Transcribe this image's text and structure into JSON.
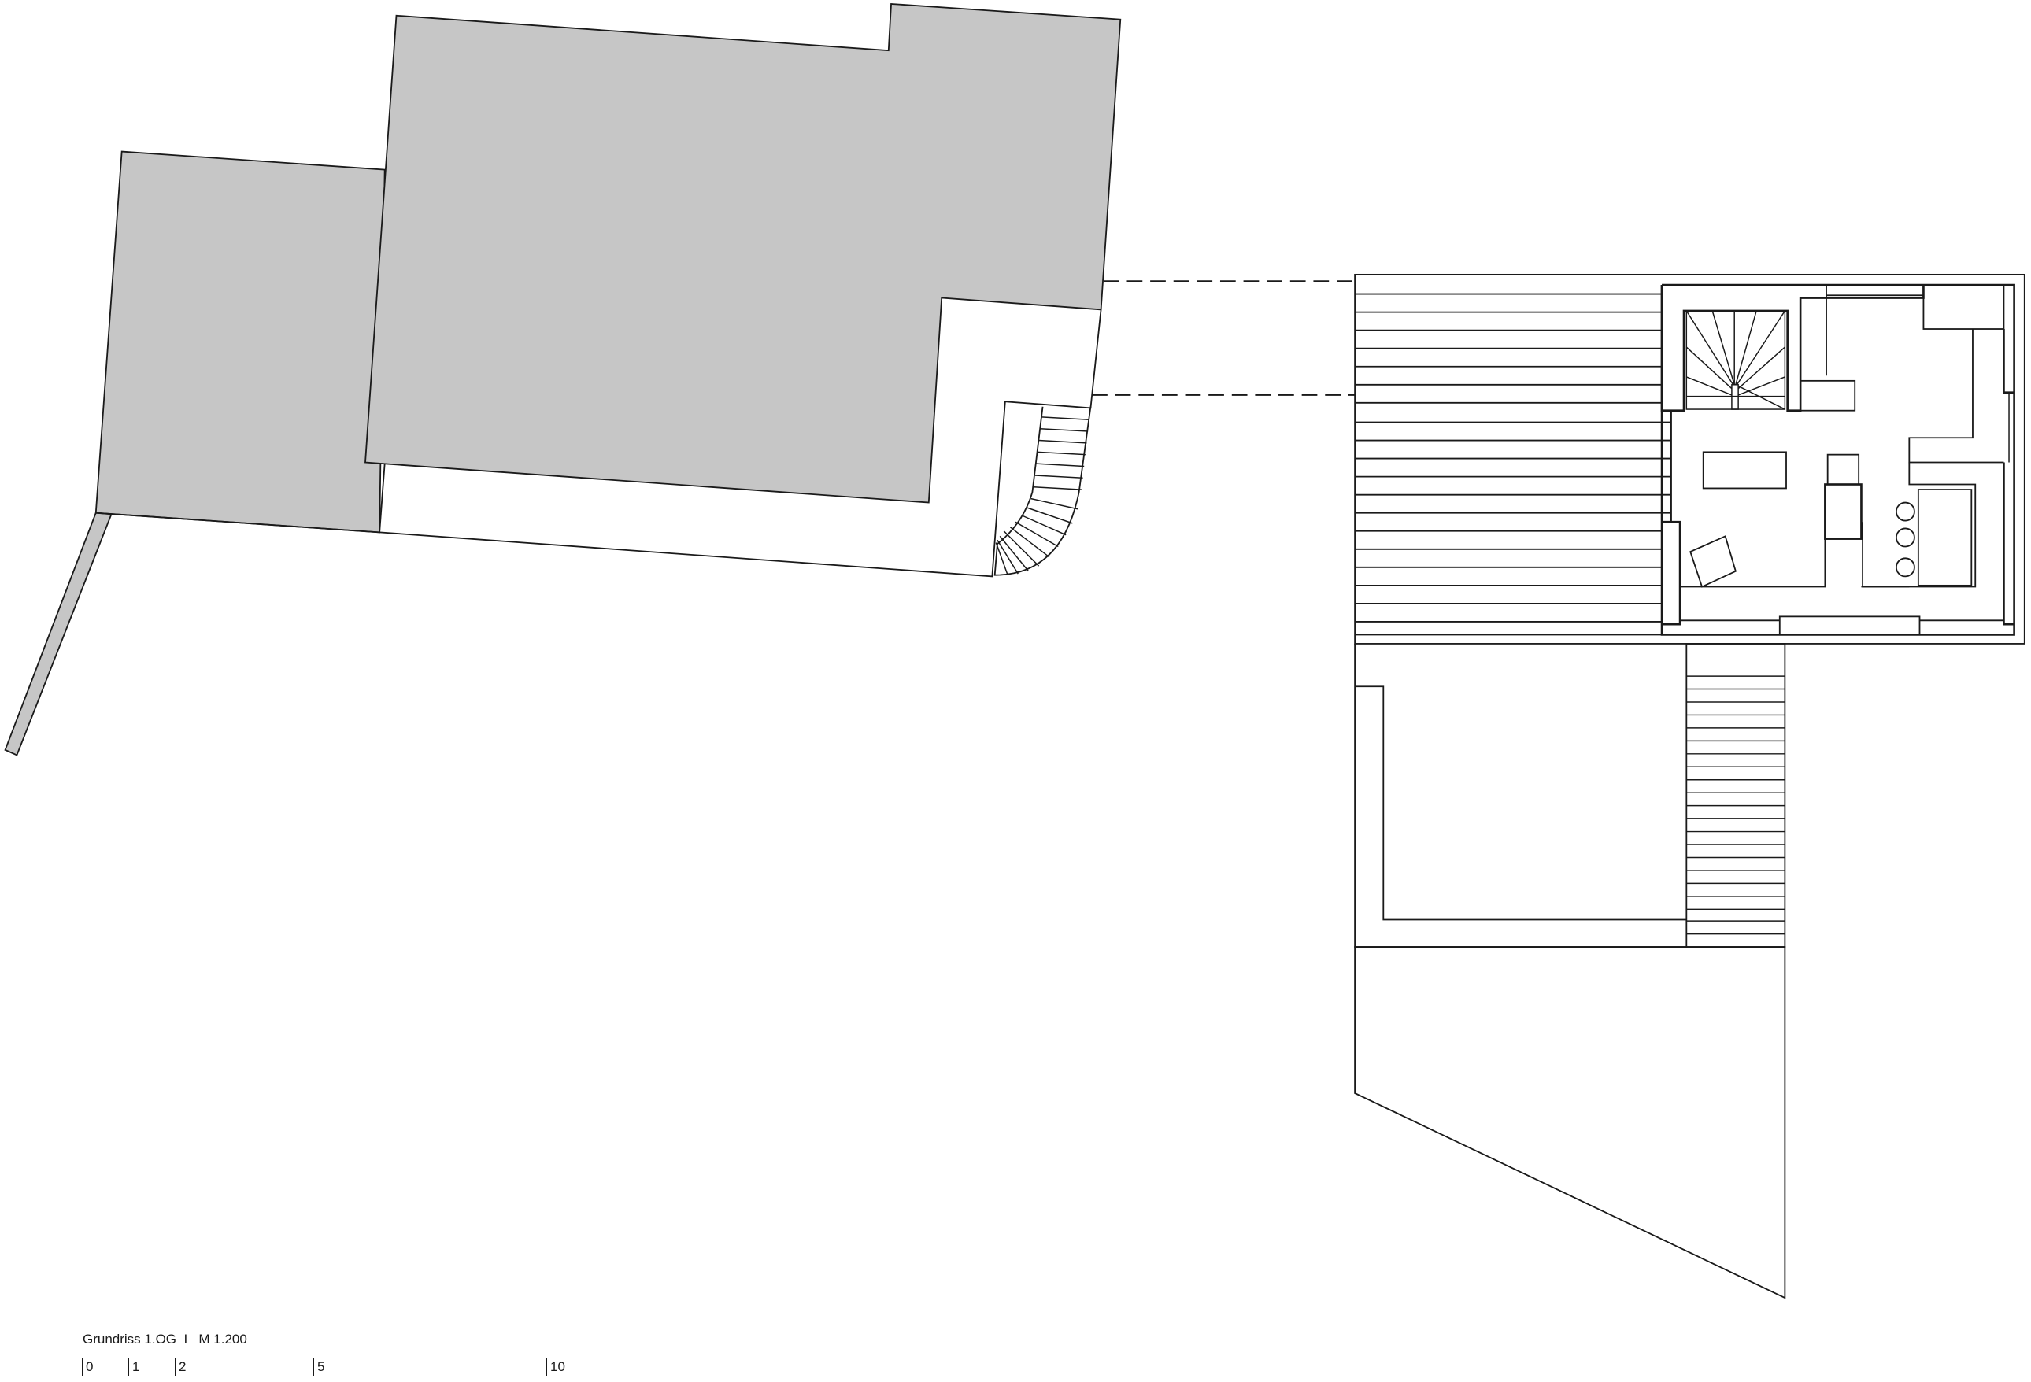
{
  "drawing": {
    "title": "Grundriss 1.OG",
    "separator": "I",
    "scale_label": "M 1.200",
    "colors": {
      "neighbor_fill": "#c6c6c6",
      "line": "#1a1a1a",
      "background": "#ffffff"
    }
  },
  "scale_bar": {
    "ticks": [
      {
        "label": "0"
      },
      {
        "label": "1"
      },
      {
        "label": "2"
      },
      {
        "label": "5"
      },
      {
        "label": "10"
      }
    ]
  },
  "plan_elements": {
    "left": [
      "neighboring building (grey)",
      "annex building (grey)",
      "courtyard",
      "curved exterior stair",
      "fence/wall strip"
    ],
    "right": [
      "terrace decking",
      "upper floor room",
      "winder stair",
      "kitchen island with 3 stools",
      "dining table",
      "armchair",
      "straight exterior stair",
      "garden area"
    ]
  }
}
